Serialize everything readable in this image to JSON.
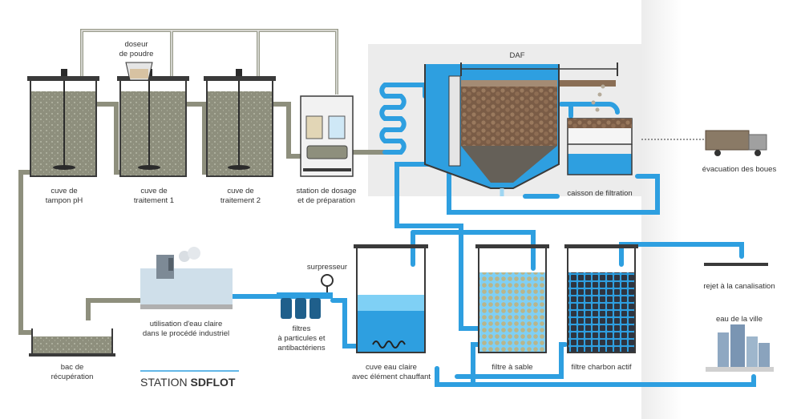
{
  "station": {
    "title_prefix": "STATION ",
    "title_name": "SDFLOT"
  },
  "labels": {
    "doseur_1": "doseur",
    "doseur_2": "de poudre",
    "daf": "DAF",
    "cuve_ph_1": "cuve de",
    "cuve_ph_2": "tampon pH",
    "cuve_t1_1": "cuve de",
    "cuve_t1_2": "traitement 1",
    "cuve_t2_1": "cuve de",
    "cuve_t2_2": "traitement 2",
    "station_dosage_1": "station de dosage",
    "station_dosage_2": "et de préparation",
    "caisson": "caisson de filtration",
    "evacuation": "évacuation des boues",
    "rejet": "rejet à la canalisation",
    "eau_ville": "eau de la ville",
    "surpresseur": "surpresseur",
    "utilisation_1": "utilisation d'eau claire",
    "utilisation_2": "dans le procédé industriel",
    "filtres_1": "filtres",
    "filtres_2": "à particules et",
    "filtres_3": "antibactériens",
    "cuve_claire_1": "cuve eau claire",
    "cuve_claire_2": "avec élément chauffant",
    "filtre_sable": "filtre à sable",
    "filtre_charbon": "filtre charbon actif",
    "bac_1": "bac de",
    "bac_2": "récupération"
  },
  "colors": {
    "water": "#2e9fe0",
    "water_light": "#7fd0f5",
    "sludge": "#8a6e55",
    "mix": "#8e8f7d",
    "pipe_grey": "#9a9c8c",
    "panel": "#ececec"
  }
}
